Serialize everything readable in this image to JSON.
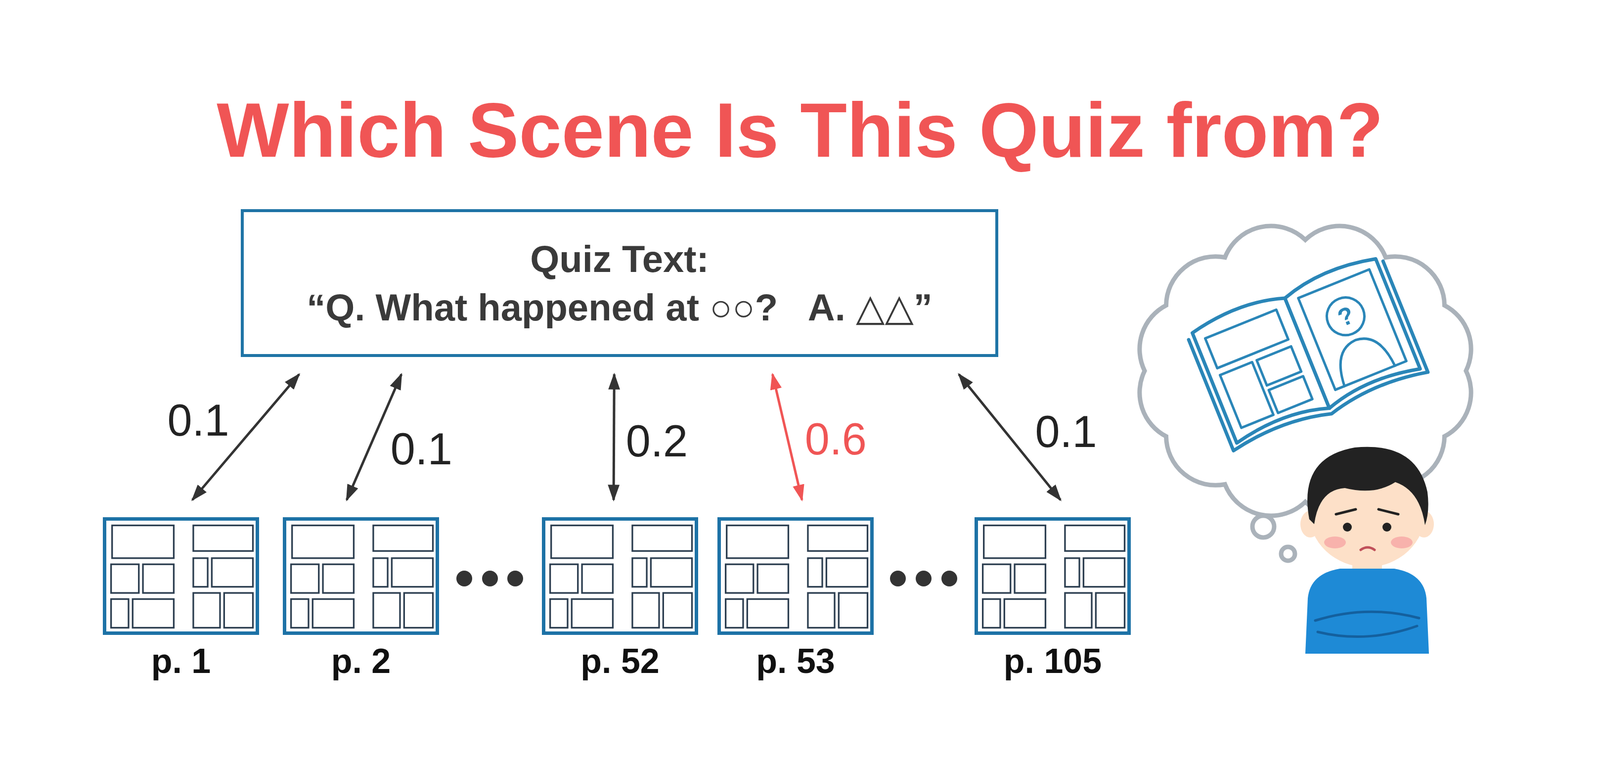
{
  "diagram": {
    "title": "Which Scene Is This Quiz from?",
    "nodes": [
      {
        "text": [
          "Quiz Text:",
          "“Q. What happened at ○○?   A. △△”"
        ]
      },
      {
        "text": [
          "p. 1"
        ]
      },
      {
        "text": [
          "p. 2"
        ]
      },
      {
        "text": [
          "p. 52"
        ]
      },
      {
        "text": [
          "p. 53"
        ]
      },
      {
        "text": [
          "p. 105"
        ]
      }
    ],
    "edges": [
      {
        "from": 0,
        "to": 1,
        "arrow": "both",
        "label": "0.1"
      },
      {
        "from": 0,
        "to": 2,
        "arrow": "both",
        "label": "0.1"
      },
      {
        "from": 0,
        "to": 3,
        "arrow": "both",
        "label": "0.2"
      },
      {
        "from": 0,
        "to": 4,
        "arrow": "both",
        "label": "0.6"
      },
      {
        "from": 0,
        "to": 5,
        "arrow": "both",
        "label": "0.1"
      }
    ],
    "labels": [
      "?"
    ]
  }
}
